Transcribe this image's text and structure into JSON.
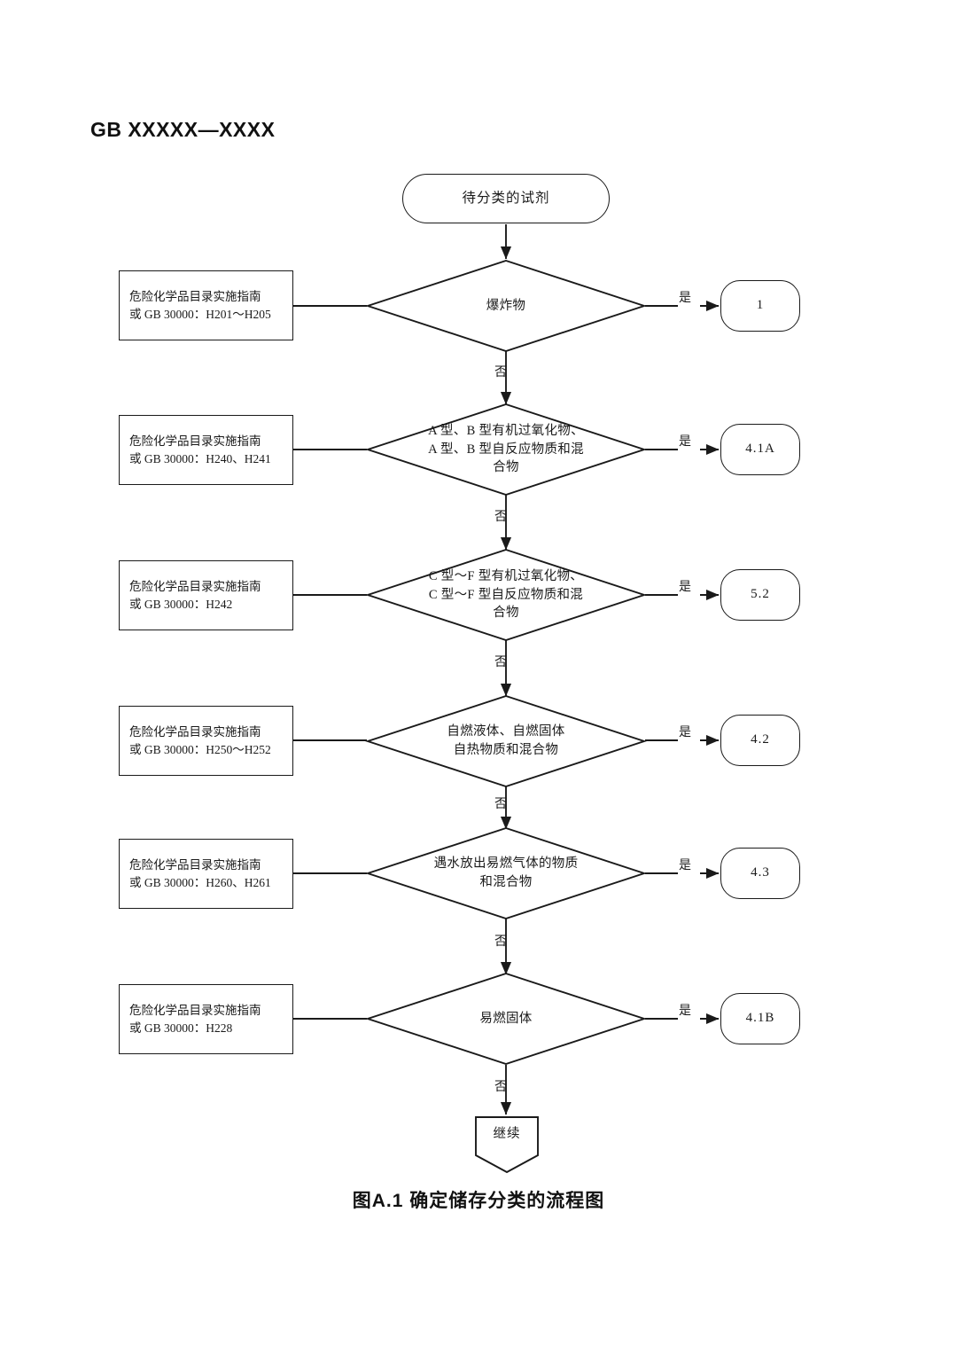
{
  "document": {
    "header": "GB XXXXX—XXXX",
    "caption": "图A.1   确定储存分类的流程图"
  },
  "labels": {
    "yes": "是",
    "no": "否"
  },
  "flow": {
    "start": {
      "id": "start",
      "shape": "stadium",
      "text": "待分类的试剂"
    },
    "steps": [
      {
        "id": "step-1",
        "reference": "危险化学品目录实施指南\n或 GB 30000：H201～H205",
        "question": "爆炸物",
        "yes_result": "1",
        "no_label": "否"
      },
      {
        "id": "step-2",
        "reference": "危险化学品目录实施指南\n或 GB 30000：H240、H241",
        "question": "A 型、B 型有机过氧化物、\nA 型、B 型自反应物质和混\n合物",
        "yes_result": "4.1A",
        "no_label": "否"
      },
      {
        "id": "step-3",
        "reference": "危险化学品目录实施指南\n或 GB 30000：H242",
        "question": "C 型～F 型有机过氧化物、\nC 型～F 型自反应物质和混\n合物",
        "yes_result": "5.2",
        "no_label": "否"
      },
      {
        "id": "step-4",
        "reference": "危险化学品目录实施指南\n或 GB 30000：H250～H252",
        "question": "自燃液体、自燃固体\n自热物质和混合物",
        "yes_result": "4.2",
        "no_label": "否"
      },
      {
        "id": "step-5",
        "reference": "危险化学品目录实施指南\n或 GB 30000：H260、H261",
        "question": "遇水放出易燃气体的物质\n和混合物",
        "yes_result": "4.3",
        "no_label": "否"
      },
      {
        "id": "step-6",
        "reference": "危险化学品目录实施指南\n或 GB 30000：H228",
        "question": "易燃固体",
        "yes_result": "4.1B",
        "no_label": "否"
      }
    ],
    "end": {
      "id": "end",
      "shape": "pentagon-down",
      "text": "继续"
    }
  },
  "colors": {
    "stroke": "#1a1a1a",
    "text": "#1a1a1a",
    "background": "#ffffff"
  }
}
